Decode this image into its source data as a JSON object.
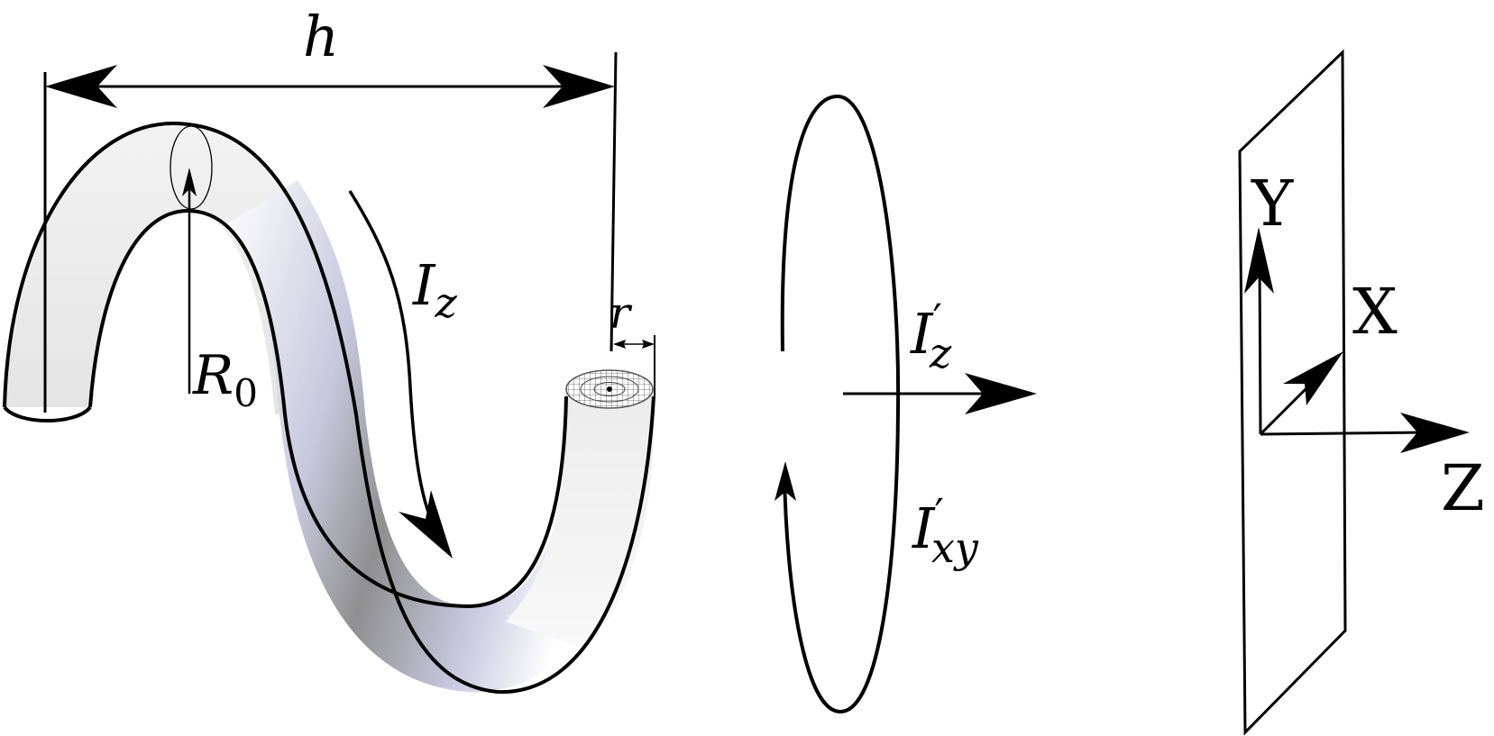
{
  "labels": {
    "h": "h",
    "R0_main": "R",
    "R0_sub": "0",
    "r": "r",
    "Iz_main": "I",
    "Iz_sub": "z",
    "Izp_main": "I",
    "Izp_prime": "′",
    "Izp_sub": "z",
    "Ixyp_main": "I",
    "Ixyp_prime": "′",
    "Ixyp_sub": "xy",
    "Y": "Y",
    "X": "X",
    "Z": "Z"
  }
}
